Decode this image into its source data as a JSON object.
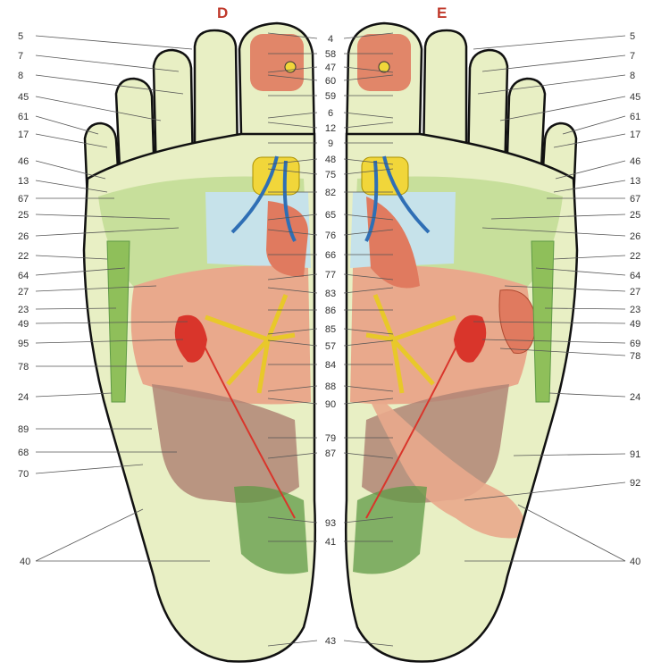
{
  "headers": {
    "right_foot": "D",
    "left_foot": "E"
  },
  "colors": {
    "skin": "#e8efc4",
    "outline": "#111111",
    "green": "#8fbf5a",
    "dark_green": "#5f9a45",
    "salmon": "#e99378",
    "brown": "#a9786a",
    "yellow": "#f1d63a",
    "blue": "#c6e2ea",
    "red": "#d9352b",
    "vein": "#2f6fb5",
    "nerve": "#e8c82a"
  },
  "labels": {
    "left_side": [
      "5",
      "7",
      "8",
      "45",
      "61",
      "17",
      "46",
      "13",
      "67",
      "25",
      "26",
      "22",
      "64",
      "27",
      "23",
      "49",
      "95",
      "78",
      "24",
      "89",
      "68",
      "70",
      "40"
    ],
    "center_top": [
      "4",
      "58",
      "47",
      "60",
      "59",
      "6",
      "12",
      "9",
      "48",
      "75",
      "82",
      "65",
      "76",
      "66",
      "77",
      "83",
      "86",
      "85",
      "57",
      "84",
      "88",
      "90",
      "79",
      "87",
      "93",
      "41",
      "43"
    ],
    "right_side": [
      "5",
      "7",
      "8",
      "45",
      "61",
      "17",
      "46",
      "13",
      "67",
      "25",
      "26",
      "22",
      "64",
      "27",
      "23",
      "49",
      "69",
      "78",
      "24",
      "91",
      "92",
      "40"
    ]
  }
}
